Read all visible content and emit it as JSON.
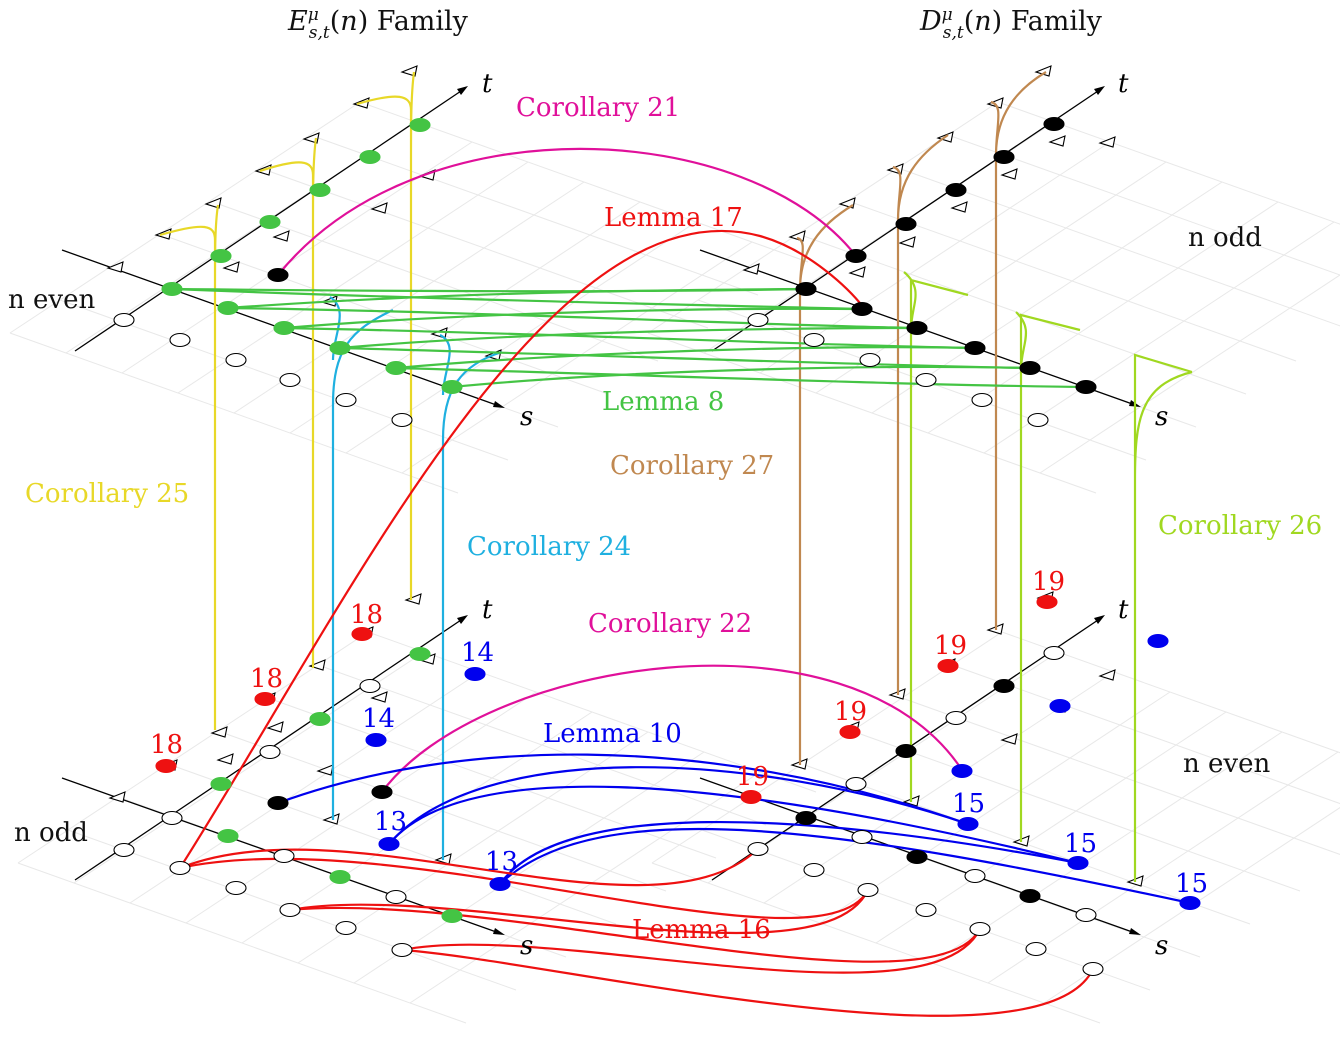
{
  "titles": {
    "left": "E^μ_{s,t}(n) Family",
    "right": "D^μ_{s,t}(n) Family"
  },
  "axis_labels": {
    "s": "s",
    "t": "t"
  },
  "parity_labels": {
    "left_top": "n even",
    "right_top": "n odd",
    "left_bottom": "n odd",
    "right_bottom": "n even"
  },
  "results": {
    "corollary21": "Corollary 21",
    "lemma17": "Lemma 17",
    "lemma8": "Lemma 8",
    "corollary27": "Corollary 27",
    "corollary25": "Corollary 25",
    "corollary24": "Corollary 24",
    "corollary26": "Corollary 26",
    "corollary22": "Corollary 22",
    "lemma10": "Lemma 10",
    "lemma16": "Lemma 16"
  },
  "point_numbers": {
    "n18": "18",
    "n19": "19",
    "n14": "14",
    "n13": "13",
    "n15": "15"
  },
  "colors": {
    "lemma8": "#44c444",
    "lemma10": "#0000ee",
    "lemma16": "#ee1111",
    "lemma17": "#ee1111",
    "corollary21": "#e0109a",
    "corollary22": "#e0109a",
    "corollary24": "#1fb0e0",
    "corollary25": "#e8d828",
    "corollary26": "#a0d820",
    "corollary27": "#c08850",
    "dot_black": "#000000",
    "dot_open": "#ffffff",
    "dot_green": "#44c444",
    "dot_red": "#ee1111",
    "dot_blue": "#0000ee"
  }
}
